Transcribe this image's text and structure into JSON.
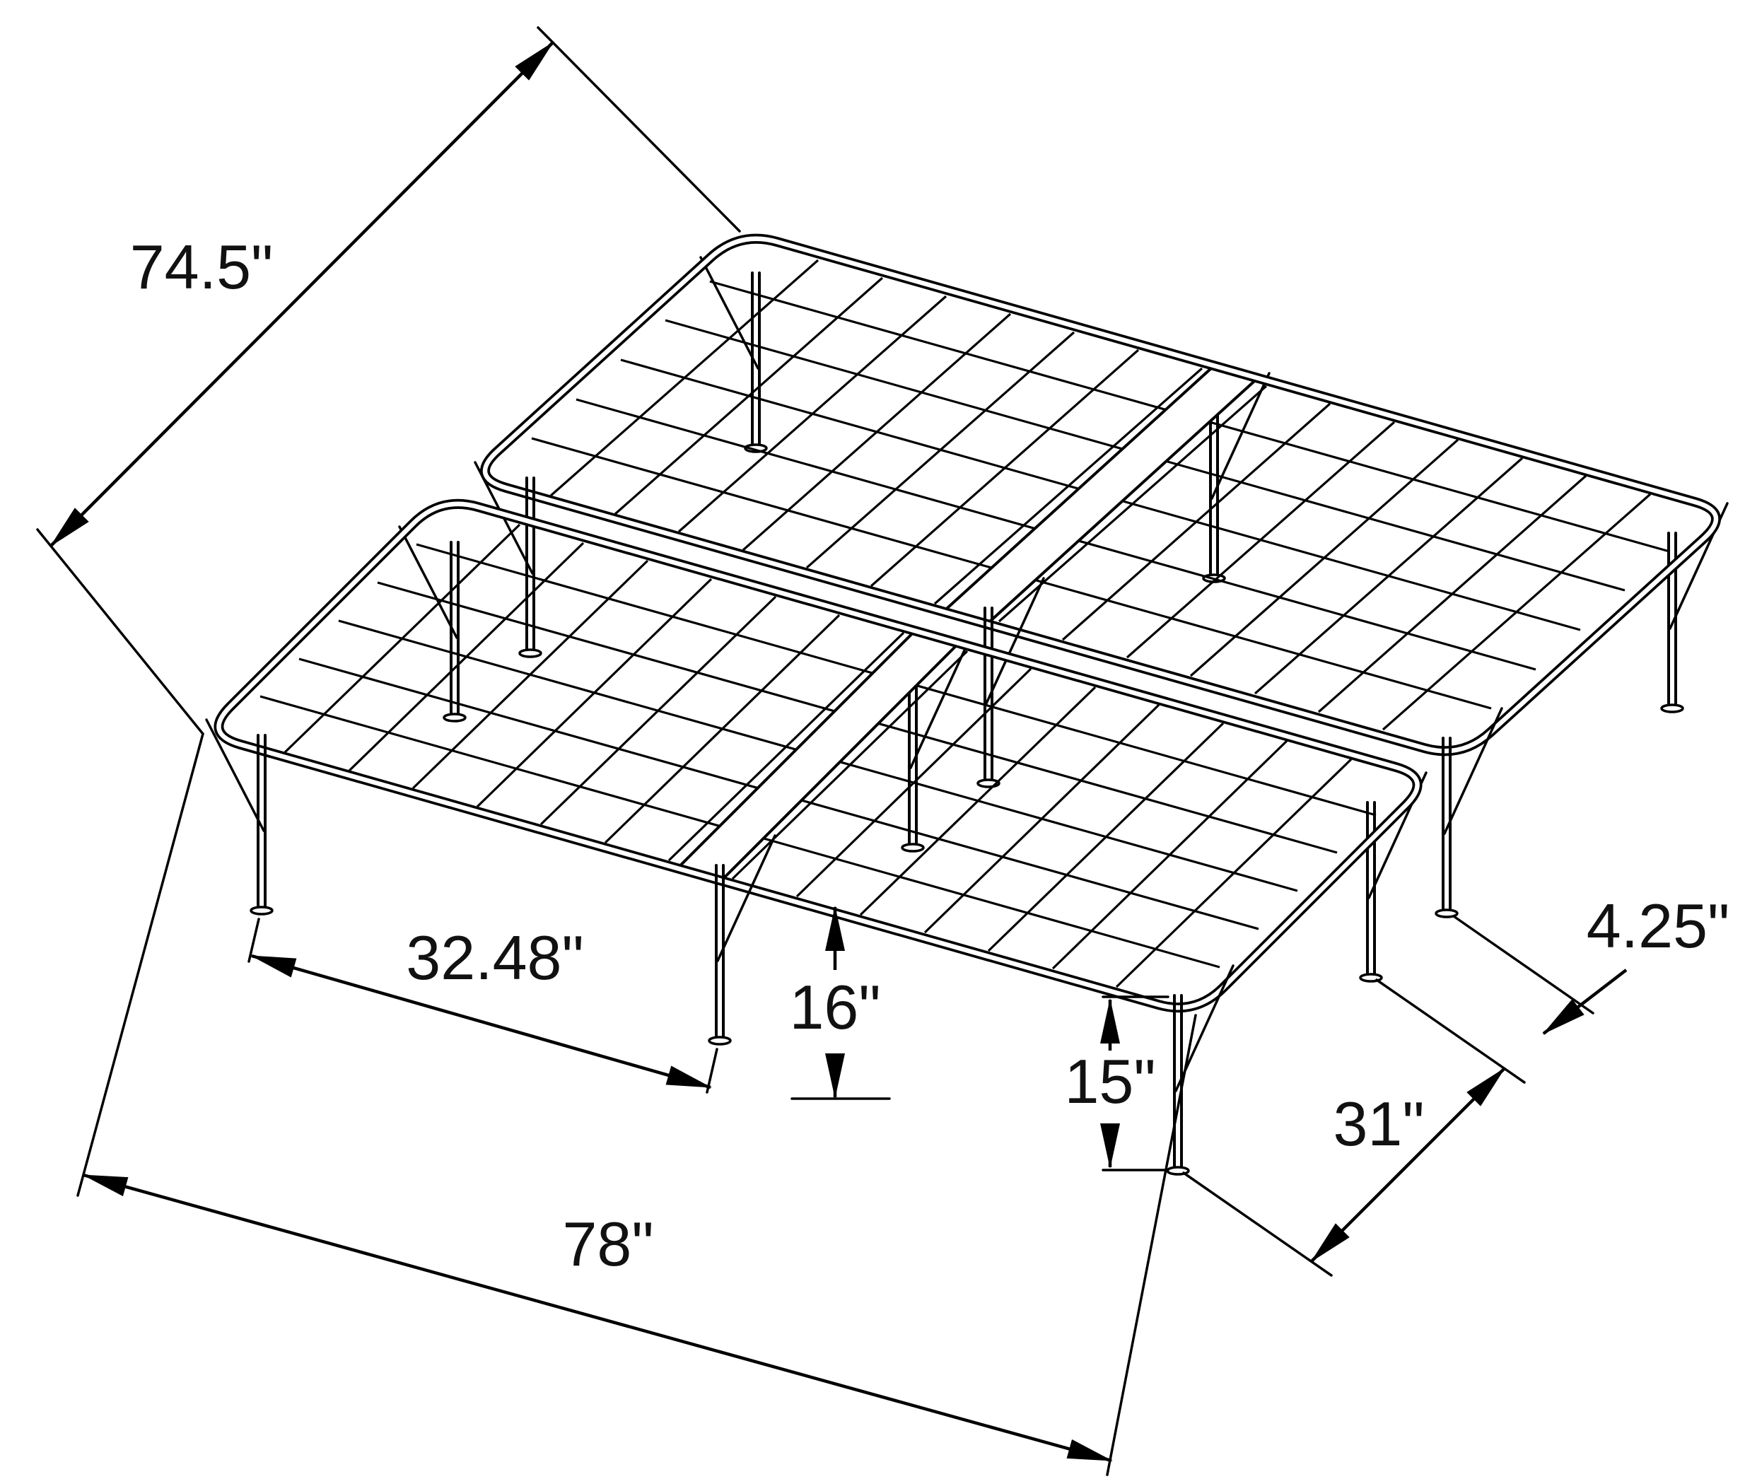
{
  "page": {
    "background_color": "#ffffff",
    "line_color": "#000000",
    "subject": "isometric wireframe drawing of a folding metal platform bed frame with dimension callouts"
  },
  "dimensions": {
    "depth": {
      "label": "74.5\""
    },
    "width": {
      "label": "78\""
    },
    "front_leg_spacing": {
      "label": "32.48\""
    },
    "frame_height": {
      "label": "16\""
    },
    "leg_height": {
      "label": "15\""
    },
    "side_leg_spacing": {
      "label": "31\""
    },
    "fold_leg_gap": {
      "label": "4.25\""
    }
  }
}
